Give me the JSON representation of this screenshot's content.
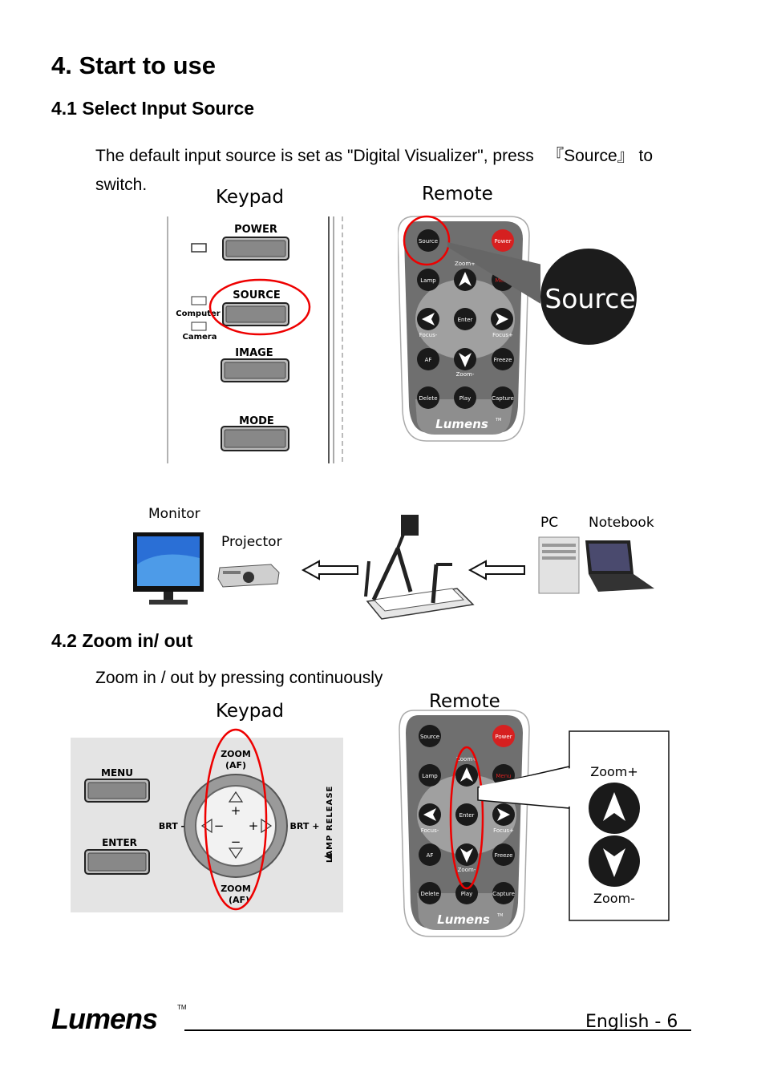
{
  "heading": "4. Start to use",
  "section1": {
    "title": "4.1 Select Input Source",
    "text_line1": "The default input source is set as \"Digital Visualizer\", press 　『Source』 to",
    "text_line2": "switch.",
    "keypad_caption": "Keypad",
    "remote_caption": "Remote",
    "keypad_buttons": {
      "power": "POWER",
      "source": "SOURCE",
      "image": "IMAGE",
      "mode": "MODE",
      "computer": "Computer",
      "camera": "Camera"
    },
    "zoom_label": "Source"
  },
  "remote": {
    "source": "Source",
    "power": "Power",
    "zoom_plus": "Zoom+",
    "lamp": "Lamp",
    "menu": "Menu",
    "focus_minus": "Focus-",
    "enter": "Enter",
    "focus_plus": "Focus+",
    "af": "AF",
    "freeze": "Freeze",
    "zoom_minus": "Zoom-",
    "delete": "Delete",
    "play": "Play",
    "capture": "Capture",
    "brand": "Lumens",
    "tm": "TM"
  },
  "connection": {
    "monitor": "Monitor",
    "projector": "Projector",
    "pc": "PC",
    "notebook": "Notebook"
  },
  "section2": {
    "title": "4.2 Zoom in/ out",
    "text": "Zoom in / out by pressing continuously",
    "keypad_caption": "Keypad",
    "remote_caption": "Remote",
    "keypad": {
      "menu": "MENU",
      "enter": "ENTER",
      "zoom_top": "ZOOM",
      "af_top": "(AF)",
      "zoom_bottom": "ZOOM",
      "af_bottom": "(AF)",
      "brt_left": "BRT -",
      "brt_right": "BRT +",
      "lamp_release": "LAMP RELEASE"
    },
    "zoom_plus": "Zoom+",
    "zoom_minus": "Zoom-"
  },
  "footer": {
    "logo": "Lumens",
    "tm": "TM",
    "page": "English - 6"
  }
}
